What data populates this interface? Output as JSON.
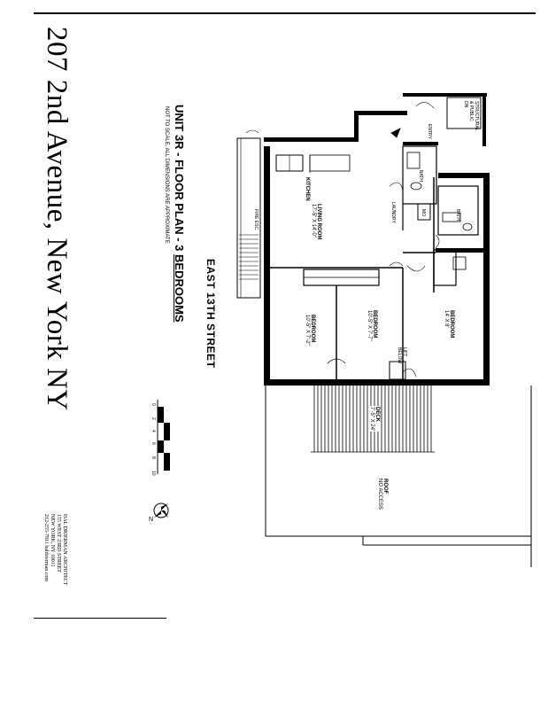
{
  "title": {
    "address": "207 2nd Avenue, New York NY",
    "unit_label": "UNIT 3R - FLOOR PLAN - 3",
    "bedrooms_label": "BEDROOMS",
    "note": "NOT TO SCALE. ALL DIMENSIONS ARE APPROXIMATE"
  },
  "plan": {
    "street": "EAST 13TH STREET",
    "north": "N"
  },
  "rooms": {
    "kitchen": {
      "name": "KITCHEN"
    },
    "living": {
      "name": "LIVING ROOM",
      "dims": "17'-5\" X 14'-0\""
    },
    "bedroom1": {
      "name": "BEDROOM",
      "dims": "10'-5\" X 7'-2\""
    },
    "bedroom2": {
      "name": "BEDROOM",
      "dims": "10'-5\" X 7'-7\""
    },
    "bedroom3": {
      "name": "BEDROOM",
      "dims": "14' X 8'"
    },
    "bath1": {
      "name": "BATH"
    },
    "bath2": {
      "name": "BATH"
    },
    "laundry": {
      "name": "LAUNDRY"
    },
    "entry": {
      "name": "ENTRY"
    },
    "mo": {
      "name": "MO"
    },
    "public_hall": {
      "line1": "STRUCTURAL",
      "line2": "& PUBLIC",
      "line3": "DN"
    },
    "fire_escape": {
      "name": "FIRE ESC."
    },
    "lift": {
      "line1": "LIFT",
      "line2": "BELOW"
    },
    "deck": {
      "name": "DECK",
      "dims": "7'-5\" X 24'"
    },
    "roof": {
      "name": "ROOF",
      "note": "NO ACCESS"
    }
  },
  "scale": {
    "ticks": [
      "0",
      "2",
      "4",
      "6",
      "8",
      "10"
    ]
  },
  "architect": {
    "name": "HAL DRIERMAN ARCHITECT",
    "street": "155 WEST 23RD STREET",
    "city": "NEW YORK, NY 10011",
    "contact": "212-255-7811 haldrierman.com"
  }
}
